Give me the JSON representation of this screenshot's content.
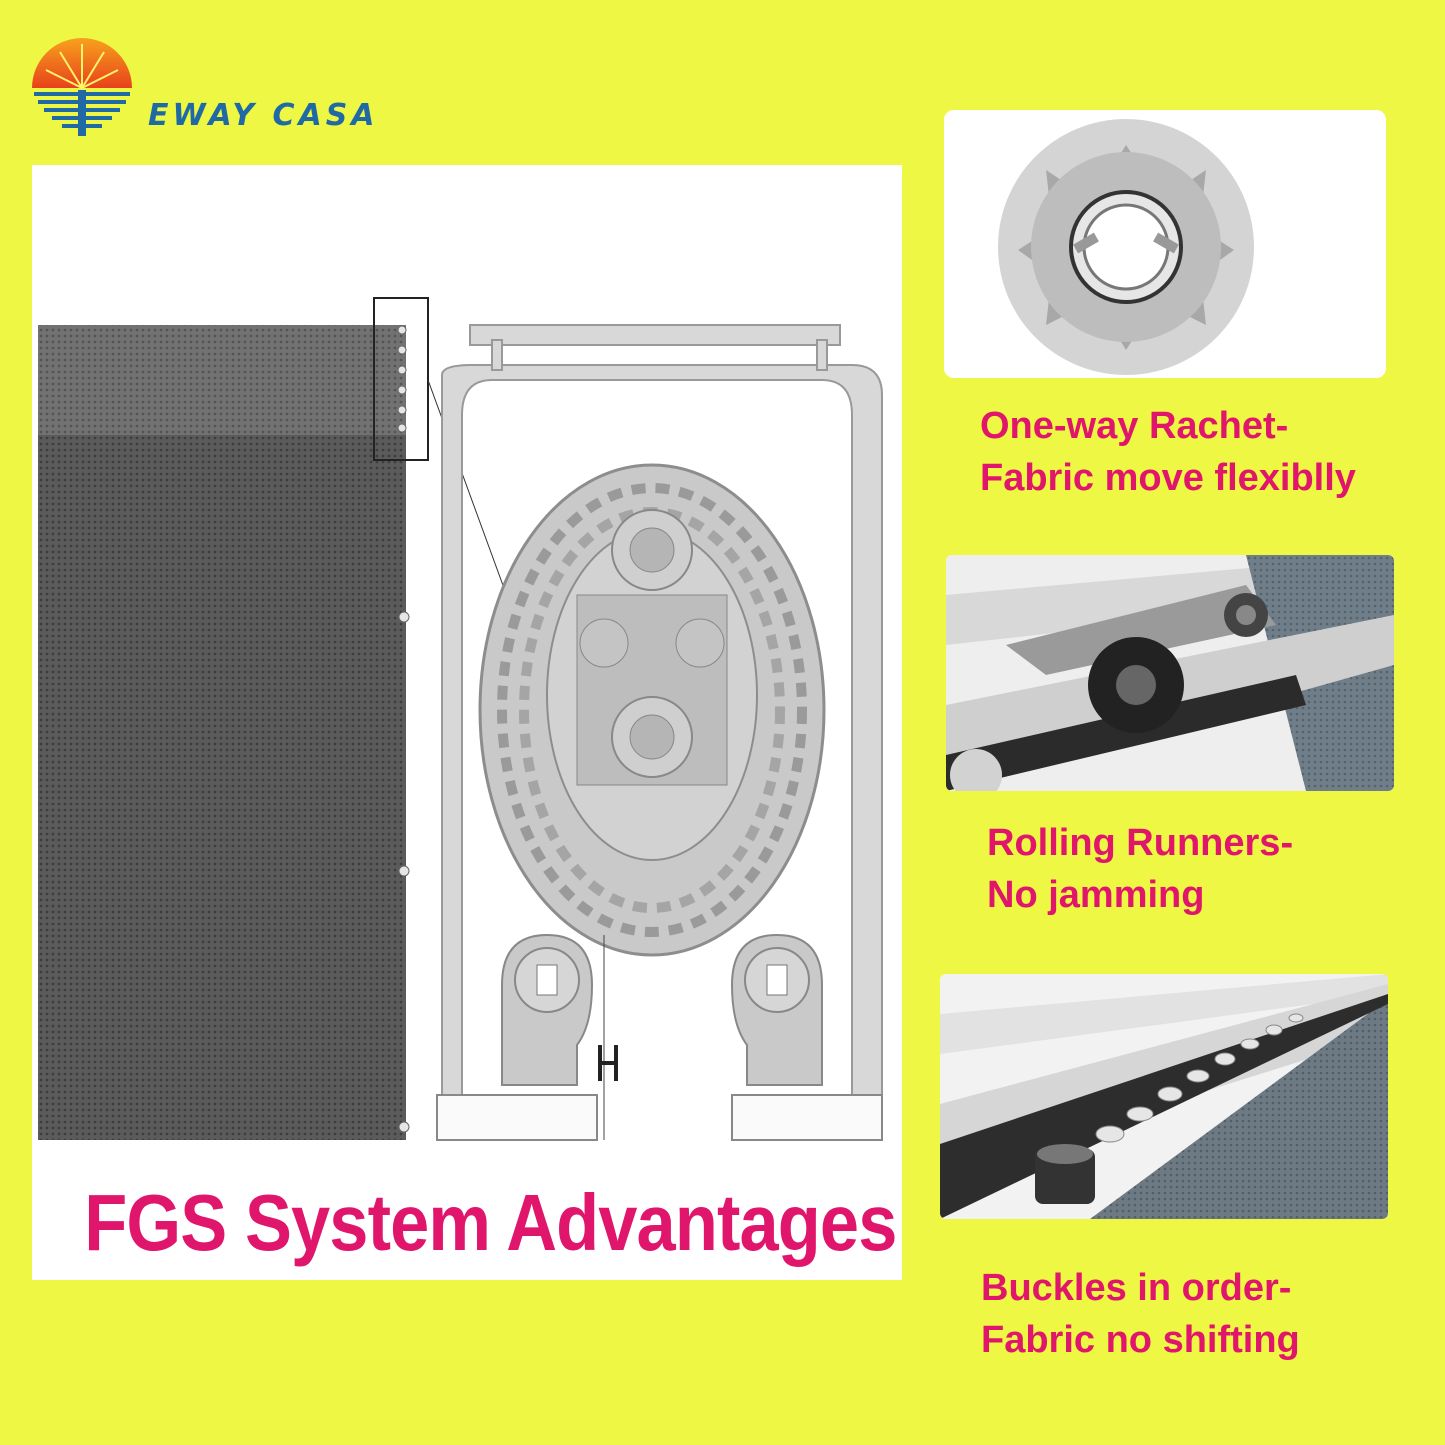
{
  "brand": {
    "name": "EWAY CASA",
    "logo_icon": "sun-logo-icon",
    "colors": {
      "sun": "#f26a22",
      "wordmark": "#1f6aa5"
    }
  },
  "main": {
    "title": "FGS System Advantages",
    "diagram_icon": "fgs-roller-cross-section-diagram"
  },
  "features": [
    {
      "image_icon": "ratchet-gear-image",
      "line1": "One-way Rachet-",
      "line2": "Fabric move flexiblly"
    },
    {
      "image_icon": "rolling-runners-image",
      "line1": "Rolling Runners-",
      "line2": "No jamming"
    },
    {
      "image_icon": "buckles-track-image",
      "line1": "Buckles in order-",
      "line2": "Fabric no shifting"
    }
  ],
  "colors": {
    "background": "#eef743",
    "accent": "#e0166c",
    "panel": "#ffffff"
  }
}
